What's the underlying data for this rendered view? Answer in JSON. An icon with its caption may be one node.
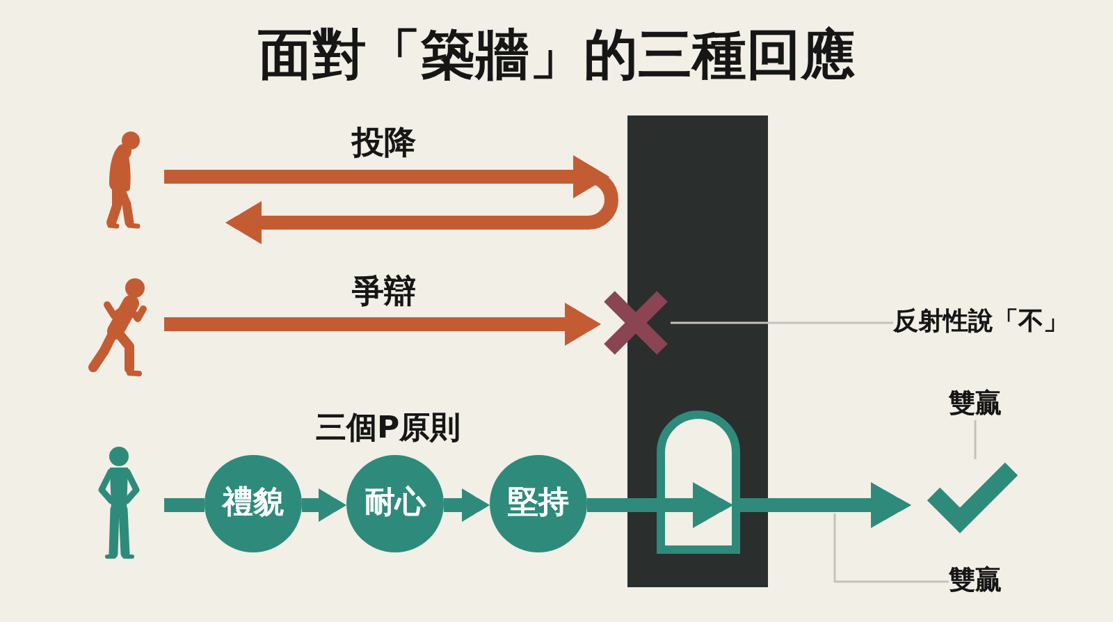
{
  "diagram": {
    "title": "面對「築牆」的三種回應",
    "nodes": [
      {
        "text": [],
        "shape": "person"
      },
      {
        "text": [],
        "shape": "bar"
      },
      {
        "text": [],
        "shape": "person"
      },
      {
        "text": [],
        "shape": "cross"
      },
      {
        "text": [
          "反射性說「不」"
        ]
      },
      {
        "text": [],
        "shape": "person"
      },
      {
        "text": [
          "禮貌"
        ]
      },
      {
        "text": [
          "耐心"
        ]
      },
      {
        "text": [
          "堅持"
        ]
      },
      {
        "text": [],
        "shape": "door",
        "in": 1
      },
      {
        "text": [
          "雙贏"
        ]
      },
      {
        "text": [],
        "shape": "check"
      },
      {
        "text": [
          "雙贏"
        ]
      }
    ],
    "edges": [
      {
        "from": 0,
        "to": null,
        "arrow": "to",
        "label": "投降",
        "color": "#c45c33"
      },
      {
        "from": 2,
        "to": 3,
        "arrow": "to",
        "label": "爭辯",
        "color": "#c45c33"
      },
      {
        "from": 4,
        "to": 3,
        "arrow": "none",
        "color": "#c4c3ba"
      },
      {
        "from": 5,
        "to": 6,
        "arrow": "none"
      },
      {
        "from": 6,
        "to": 7,
        "arrow": "to"
      },
      {
        "from": 7,
        "to": 8,
        "arrow": "to"
      },
      {
        "from": 8,
        "to": 9,
        "arrow": "to"
      },
      {
        "from": 9,
        "to": 11,
        "arrow": "to"
      },
      {
        "from": 10,
        "to": 11,
        "arrow": "none",
        "color": "#c4c3ba"
      },
      {
        "from": 12,
        "to": null,
        "arrow": "none",
        "color": "#c4c3ba"
      }
    ],
    "labels": [
      "三個P原則"
    ]
  }
}
